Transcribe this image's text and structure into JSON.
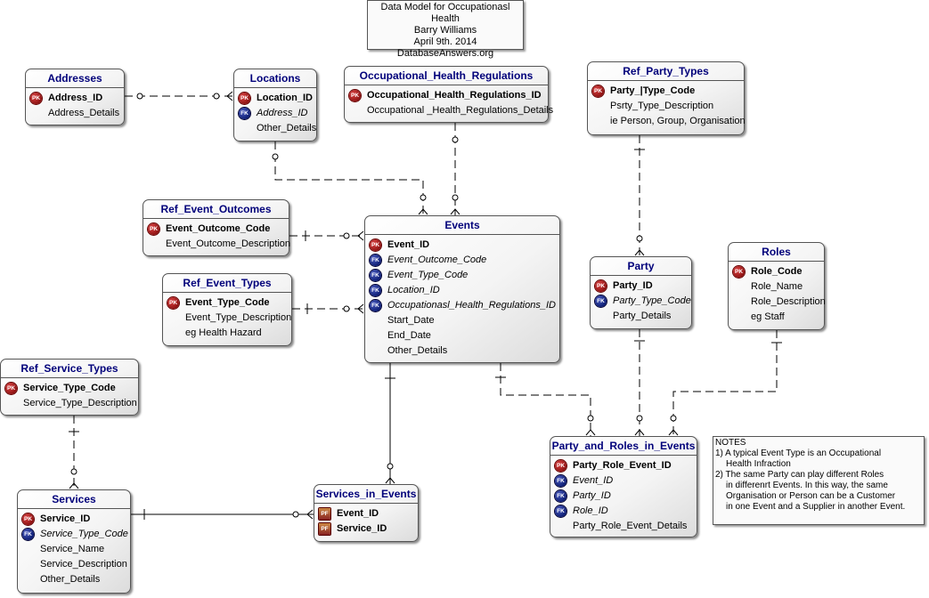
{
  "title_box": {
    "line1": "Data Model for Occupationasl Health",
    "line2": "Barry Williams",
    "line3": "April 9th. 2014",
    "line4": "DatabaseAnswers.org"
  },
  "entities": {
    "addresses": {
      "title": "Addresses",
      "attrs": [
        {
          "key": "PK",
          "name": "Address_ID"
        },
        {
          "key": "",
          "name": "Address_Details"
        }
      ]
    },
    "locations": {
      "title": "Locations",
      "attrs": [
        {
          "key": "PK",
          "name": "Location_ID"
        },
        {
          "key": "FK",
          "name": "Address_ID"
        },
        {
          "key": "",
          "name": "Other_Details"
        }
      ]
    },
    "ohr": {
      "title": "Occupational_Health_Regulations",
      "attrs": [
        {
          "key": "PK",
          "name": "Occupational_Health_Regulations_ID"
        },
        {
          "key": "",
          "name": "Occupational _Health_Regulations_Details"
        }
      ]
    },
    "ref_party_types": {
      "title": "Ref_Party_Types",
      "attrs": [
        {
          "key": "PK",
          "name": "Party_|Type_Code"
        },
        {
          "key": "",
          "name": "Psrty_Type_Description"
        },
        {
          "key": "",
          "name": "ie Person, Group, Organisation"
        }
      ]
    },
    "ref_event_outcomes": {
      "title": "Ref_Event_Outcomes",
      "attrs": [
        {
          "key": "PK",
          "name": "Event_Outcome_Code"
        },
        {
          "key": "",
          "name": "Event_Outcome_Description"
        }
      ]
    },
    "events": {
      "title": "Events",
      "attrs": [
        {
          "key": "PK",
          "name": "Event_ID"
        },
        {
          "key": "FK",
          "name": "Event_Outcome_Code"
        },
        {
          "key": "FK",
          "name": "Event_Type_Code"
        },
        {
          "key": "FK",
          "name": "Location_ID"
        },
        {
          "key": "FK",
          "name": "Occupationasl_Health_Regulations_ID"
        },
        {
          "key": "",
          "name": "Start_Date"
        },
        {
          "key": "",
          "name": "End_Date"
        },
        {
          "key": "",
          "name": "Other_Details"
        }
      ]
    },
    "ref_event_types": {
      "title": "Ref_Event_Types",
      "attrs": [
        {
          "key": "PK",
          "name": "Event_Type_Code"
        },
        {
          "key": "",
          "name": "Event_Type_Description"
        },
        {
          "key": "",
          "name": "eg Health Hazard"
        }
      ]
    },
    "party": {
      "title": "Party",
      "attrs": [
        {
          "key": "PK",
          "name": "Party_ID"
        },
        {
          "key": "FK",
          "name": "Party_Type_Code"
        },
        {
          "key": "",
          "name": "Party_Details"
        }
      ]
    },
    "roles": {
      "title": "Roles",
      "attrs": [
        {
          "key": "PK",
          "name": "Role_Code"
        },
        {
          "key": "",
          "name": "Role_Name"
        },
        {
          "key": "",
          "name": "Role_Description"
        },
        {
          "key": "",
          "name": "eg Staff"
        }
      ]
    },
    "ref_service_types": {
      "title": "Ref_Service_Types",
      "attrs": [
        {
          "key": "PK",
          "name": "Service_Type_Code"
        },
        {
          "key": "",
          "name": "Service_Type_Description"
        }
      ]
    },
    "services": {
      "title": "Services",
      "attrs": [
        {
          "key": "PK",
          "name": "Service_ID"
        },
        {
          "key": "FK",
          "name": "Service_Type_Code"
        },
        {
          "key": "",
          "name": "Service_Name"
        },
        {
          "key": "",
          "name": "Service_Description"
        },
        {
          "key": "",
          "name": "Other_Details"
        }
      ]
    },
    "services_in_events": {
      "title": "Services_in_Events",
      "attrs": [
        {
          "key": "PF",
          "name": "Event_ID"
        },
        {
          "key": "PF",
          "name": "Service_ID"
        }
      ]
    },
    "party_roles_events": {
      "title": "Party_and_Roles_in_Events",
      "attrs": [
        {
          "key": "PK",
          "name": "Party_Role_Event_ID"
        },
        {
          "key": "FK",
          "name": "Event_ID"
        },
        {
          "key": "FK",
          "name": "Party_ID"
        },
        {
          "key": "FK",
          "name": "Role_ID"
        },
        {
          "key": "",
          "name": "Party_Role_Event_Details"
        }
      ]
    }
  },
  "notes": {
    "heading": "NOTES",
    "n1_a": "1)  A typical Event Type is an Occupational",
    "n1_b": "Health Infraction",
    "n2_a": "2) The same Party can play different Roles",
    "n2_b": "in differenrt Events. In this way, the same",
    "n2_c": "Organisation or Person can be a Customer",
    "n2_d": "in one Event and a Supplier in another Event."
  },
  "relationships": [
    {
      "from": "addresses",
      "to": "locations",
      "style": "dashed"
    },
    {
      "from": "locations",
      "to": "events",
      "style": "dashed"
    },
    {
      "from": "ohr",
      "to": "events",
      "style": "dashed"
    },
    {
      "from": "ref_event_outcomes",
      "to": "events",
      "style": "dashed"
    },
    {
      "from": "ref_event_types",
      "to": "events",
      "style": "dashed"
    },
    {
      "from": "ref_party_types",
      "to": "party",
      "style": "dashed"
    },
    {
      "from": "events",
      "to": "party_roles_events",
      "style": "dashed"
    },
    {
      "from": "party",
      "to": "party_roles_events",
      "style": "dashed"
    },
    {
      "from": "roles",
      "to": "party_roles_events",
      "style": "dashed"
    },
    {
      "from": "events",
      "to": "services_in_events",
      "style": "solid"
    },
    {
      "from": "services",
      "to": "services_in_events",
      "style": "solid"
    },
    {
      "from": "ref_service_types",
      "to": "services",
      "style": "dashed"
    }
  ],
  "colors": {
    "title": "#00007a",
    "pk": "#8a1010",
    "fk": "#0a1a70",
    "line": "#000000"
  }
}
